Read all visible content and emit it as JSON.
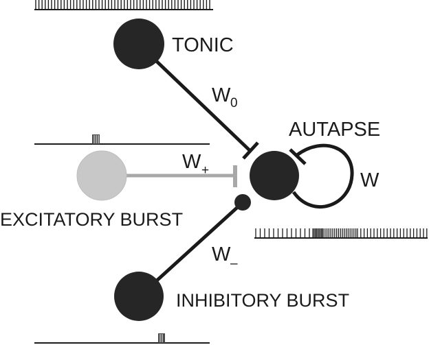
{
  "labels": {
    "tonic": "TONIC",
    "autapse": "AUTAPSE",
    "excitatory_burst": "EXCITATORY BURST",
    "inhibitory_burst": "INHIBITORY BURST",
    "w": "W",
    "w0_base": "W",
    "w0_sub": "0",
    "wplus_base": "W",
    "wplus_sub": "+",
    "wminus_base": "W",
    "wminus_sub": "–"
  },
  "colors": {
    "ink": "#1a1a1a",
    "dark_neuron": "#262626",
    "excitatory_neuron": "#c8c8c8",
    "excitatory_axon": "#a8a8a8"
  }
}
